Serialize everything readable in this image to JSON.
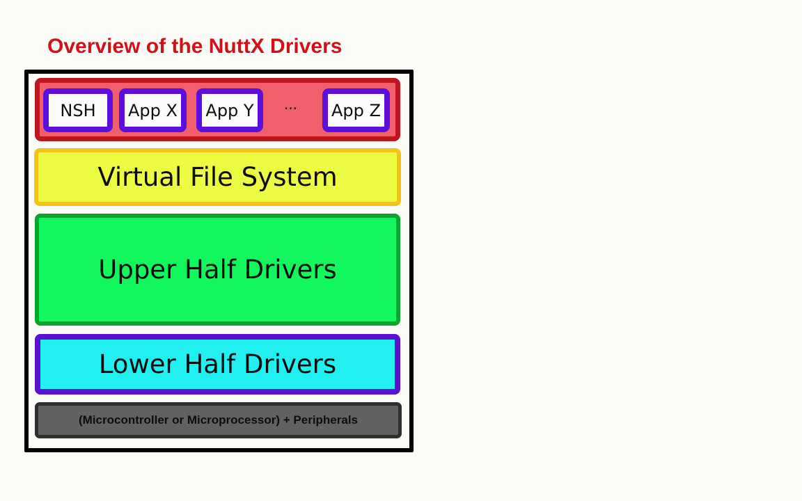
{
  "title": {
    "text": "Overview of the NuttX Drivers",
    "color": "#D01218"
  },
  "diagram": {
    "outer_border_color": "#000000",
    "background_color": "#FBFBF8",
    "apps_layer": {
      "fill": "#F15F6C",
      "border": "#BE161E",
      "app_box_fill": "#FCFCFA",
      "app_box_border": "#5A0FDC",
      "boxes": [
        {
          "label": "NSH"
        },
        {
          "label": "App X"
        },
        {
          "label": "App Y"
        },
        {
          "label": "App Z"
        }
      ],
      "ellipsis": "..."
    },
    "vfs_layer": {
      "label": "Virtual File System",
      "fill": "#EDFB42",
      "border": "#F2C418"
    },
    "upper_half_layer": {
      "label": "Upper Half Drivers",
      "fill": "#12F75E",
      "border": "#0CA42C"
    },
    "lower_half_layer": {
      "label": "Lower Half Drivers",
      "fill": "#22F0F0",
      "border": "#5A11D0"
    },
    "hardware_layer": {
      "label": "(Microcontroller or Microprocessor) + Peripherals",
      "fill": "#616161",
      "border": "#2F2F2F"
    }
  }
}
